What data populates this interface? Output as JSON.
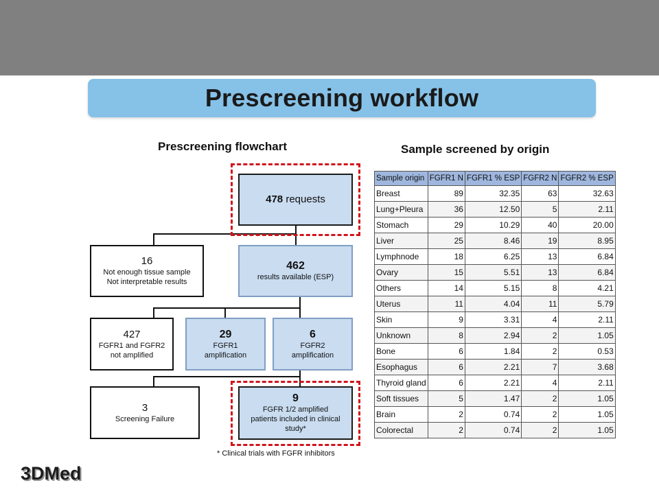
{
  "slide": {
    "title": "Prescreening workflow",
    "logo": "3DMed"
  },
  "flowchart": {
    "heading": "Prescreening flowchart",
    "requests": {
      "num": "478",
      "label": "requests"
    },
    "not_enough": {
      "num": "16",
      "line1": "Not enough tissue sample",
      "line2": "Not interpretable results"
    },
    "results": {
      "num": "462",
      "label": "results available (ESP)"
    },
    "not_amplified": {
      "num": "427",
      "line1": "FGFR1 and FGFR2",
      "line2": "not amplified"
    },
    "fgfr1": {
      "num": "29",
      "line1": "FGFR1",
      "line2": "amplification"
    },
    "fgfr2": {
      "num": "6",
      "line1": "FGFR2",
      "line2": "amplification"
    },
    "screening_failure": {
      "num": "3",
      "label": "Screening Failure"
    },
    "included": {
      "num": "9",
      "line1": "FGFR 1/2 amplified",
      "line2": "patients included in clinical",
      "line3": "study*"
    },
    "footnote": "* Clinical trials with FGFR inhibitors"
  },
  "origin_table": {
    "heading": "Sample screened by origin",
    "columns": [
      "Sample origin",
      "FGFR1 N",
      "FGFR1 % ESP",
      "FGFR2 N",
      "FGFR2 % ESP"
    ],
    "rows": [
      [
        "Breast",
        "89",
        "32.35",
        "63",
        "32.63"
      ],
      [
        "Lung+Pleura",
        "36",
        "12.50",
        "5",
        "2.11"
      ],
      [
        "Stomach",
        "29",
        "10.29",
        "40",
        "20.00"
      ],
      [
        "Liver",
        "25",
        "8.46",
        "19",
        "8.95"
      ],
      [
        "Lymphnode",
        "18",
        "6.25",
        "13",
        "6.84"
      ],
      [
        "Ovary",
        "15",
        "5.51",
        "13",
        "6.84"
      ],
      [
        "Others",
        "14",
        "5.15",
        "8",
        "4.21"
      ],
      [
        "Uterus",
        "11",
        "4.04",
        "11",
        "5.79"
      ],
      [
        "Skin",
        "9",
        "3.31",
        "4",
        "2.11"
      ],
      [
        "Unknown",
        "8",
        "2.94",
        "2",
        "1.05"
      ],
      [
        "Bone",
        "6",
        "1.84",
        "2",
        "0.53"
      ],
      [
        "Esophagus",
        "6",
        "2.21",
        "7",
        "3.68"
      ],
      [
        "Thyroid gland",
        "6",
        "2.21",
        "4",
        "2.11"
      ],
      [
        "Soft tissues",
        "5",
        "1.47",
        "2",
        "1.05"
      ],
      [
        "Brain",
        "2",
        "0.74",
        "2",
        "1.05"
      ],
      [
        "Colorectal",
        "2",
        "0.74",
        "2",
        "1.05"
      ]
    ]
  },
  "colors": {
    "banner": "#86c1e7",
    "box_blue": "#c9dcf0",
    "dash_red": "#d0141c",
    "table_header": "#9fb7de"
  }
}
